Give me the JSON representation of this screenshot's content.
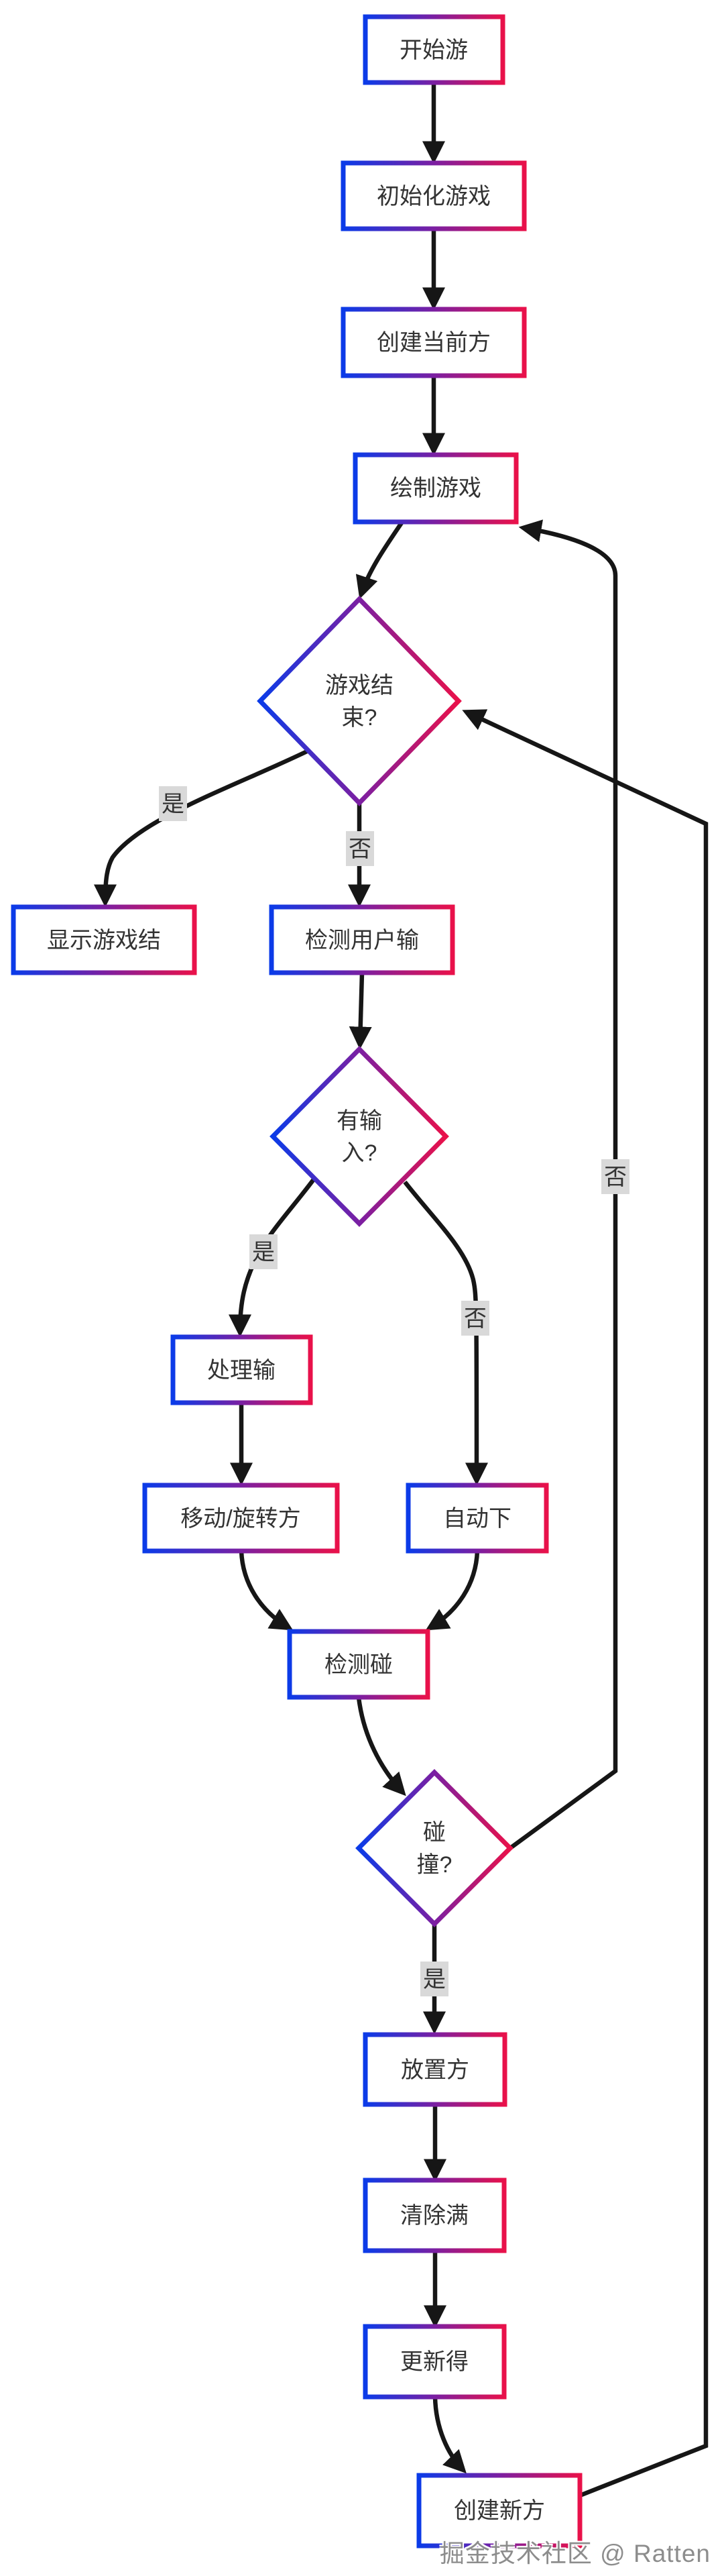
{
  "diagram": {
    "type": "flowchart",
    "direction": "top-down",
    "nodes": {
      "start": "开始游",
      "init": "初始化游戏",
      "create_current": "创建当前方",
      "draw": "绘制游戏",
      "game_over_q": {
        "line1": "游戏结",
        "line2": "束?"
      },
      "show_game_over": "显示游戏结",
      "detect_input": "检测用户输",
      "has_input_q": {
        "line1": "有输",
        "line2": "入?"
      },
      "handle_input": "处理输",
      "move_rotate": "移动/旋转方",
      "auto_drop": "自动下",
      "detect_collision": "检测碰",
      "collision_q": {
        "line1": "碰",
        "line2": "撞?"
      },
      "place_block": "放置方",
      "clear_lines": "清除满",
      "update_score": "更新得",
      "create_new": "创建新方"
    },
    "edge_labels": {
      "game_over_yes": "是",
      "game_over_no": "否",
      "has_input_yes": "是",
      "has_input_no": "否",
      "collision_yes": "是",
      "collision_no": "否"
    },
    "colors": {
      "grad-start": "#0B3BE8",
      "grad-mid": "#7B1FA2",
      "grad-end": "#E9114A",
      "node-fill": "#FFFFFF",
      "edge": "#161616",
      "label-bg": "#D9D9D9",
      "txt": "#333333"
    }
  },
  "watermark": "掘金技术社区 @ Ratten"
}
